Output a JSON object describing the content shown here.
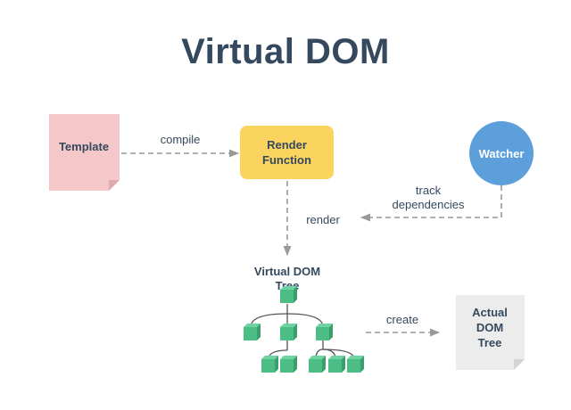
{
  "title": "Virtual DOM",
  "nodes": {
    "template": "Template",
    "render_function": [
      "Render",
      "Function"
    ],
    "watcher": "Watcher",
    "vdom_tree": [
      "Virtual DOM",
      "Tree"
    ],
    "actual_dom_tree": [
      "Actual",
      "DOM",
      "Tree"
    ]
  },
  "edges": {
    "compile": "compile",
    "track_dependencies": [
      "track",
      "dependencies"
    ],
    "render": "render",
    "create": "create"
  },
  "colors": {
    "title": "#34495e",
    "template_note": "#f4c7c9",
    "render_function_box": "#fbd35f",
    "watcher_circle": "#5c9fdb",
    "tree_node": "#4dbd86",
    "actual_dom_note": "#ececec",
    "arrow": "#999999"
  }
}
